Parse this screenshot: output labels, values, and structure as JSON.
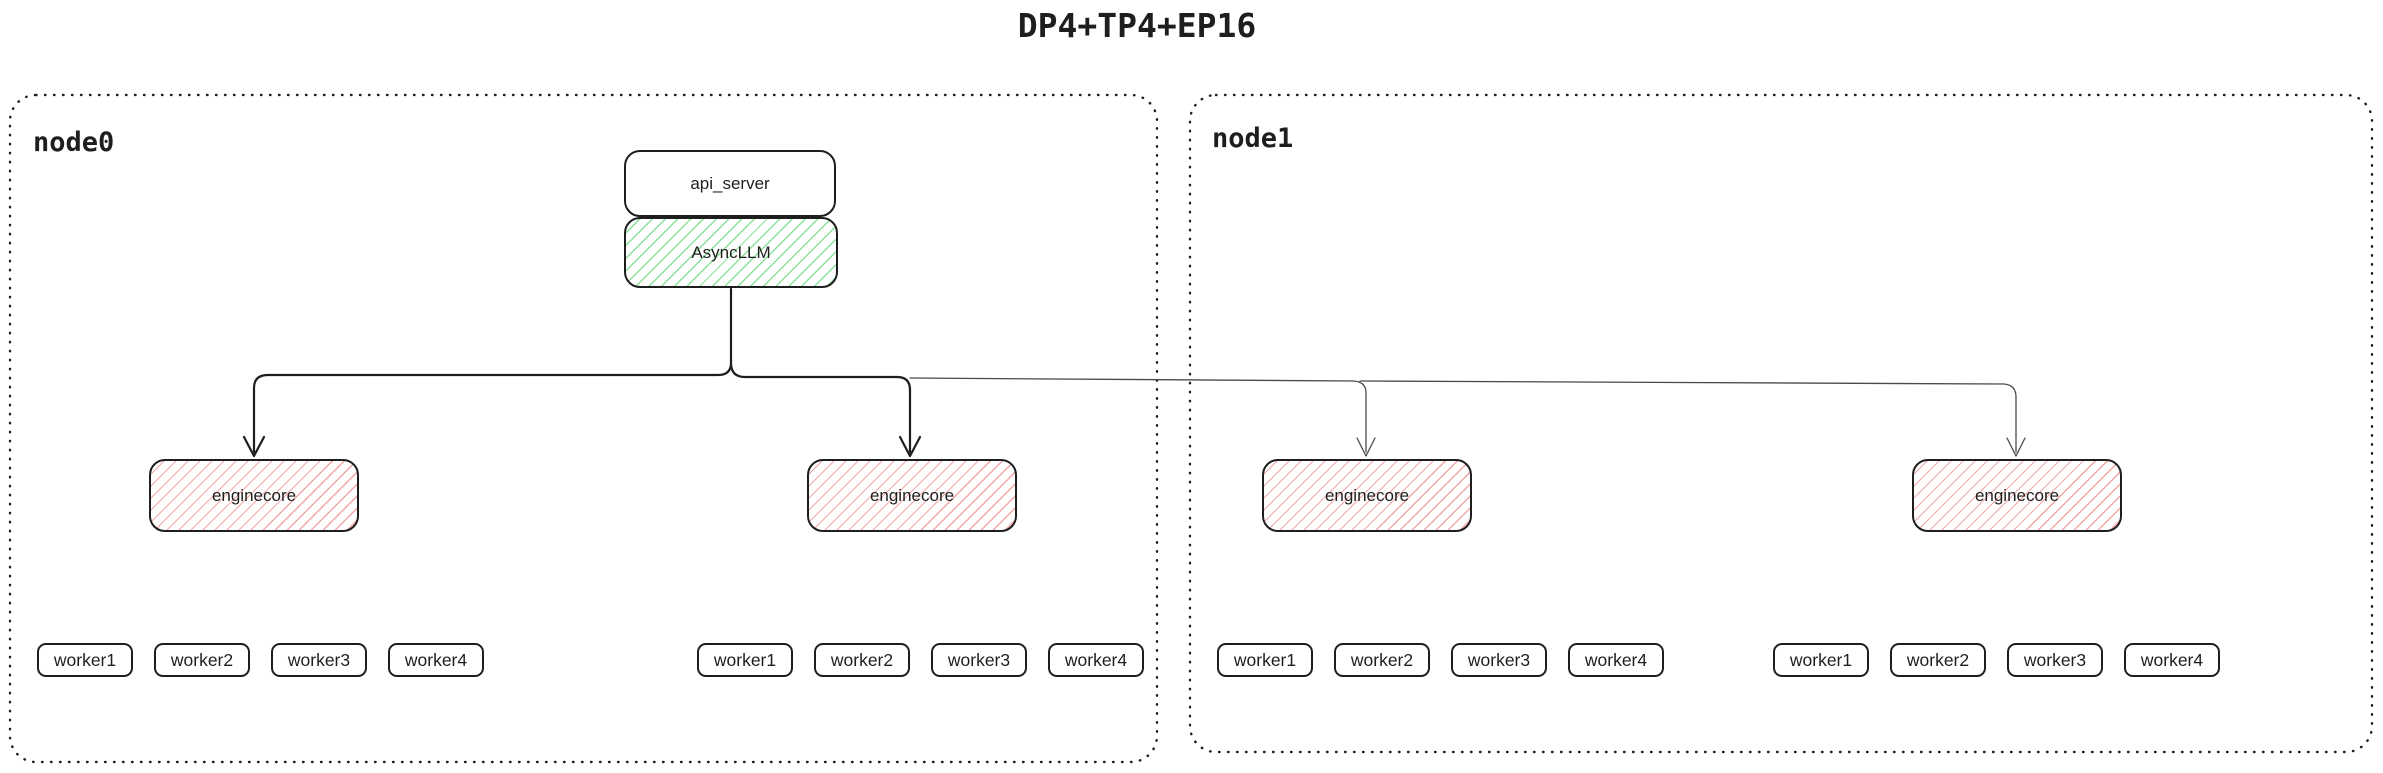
{
  "title": "DP4+TP4+EP16",
  "colors": {
    "ink": "#1e1e1e",
    "thin_line": "#4a4a4a",
    "green_hatch": "#8ce29b",
    "red_hatch": "#f2a6a6",
    "background": "#ffffff"
  },
  "api_server": {
    "label": "api_server"
  },
  "async_llm": {
    "label": "AsyncLLM"
  },
  "nodes": [
    {
      "label": "node0",
      "enginecores": [
        {
          "label": "enginecore",
          "workers": [
            "worker1",
            "worker2",
            "worker3",
            "worker4"
          ]
        },
        {
          "label": "enginecore",
          "workers": [
            "worker1",
            "worker2",
            "worker3",
            "worker4"
          ]
        }
      ]
    },
    {
      "label": "node1",
      "enginecores": [
        {
          "label": "enginecore",
          "workers": [
            "worker1",
            "worker2",
            "worker3",
            "worker4"
          ]
        },
        {
          "label": "enginecore",
          "workers": [
            "worker1",
            "worker2",
            "worker3",
            "worker4"
          ]
        }
      ]
    }
  ]
}
